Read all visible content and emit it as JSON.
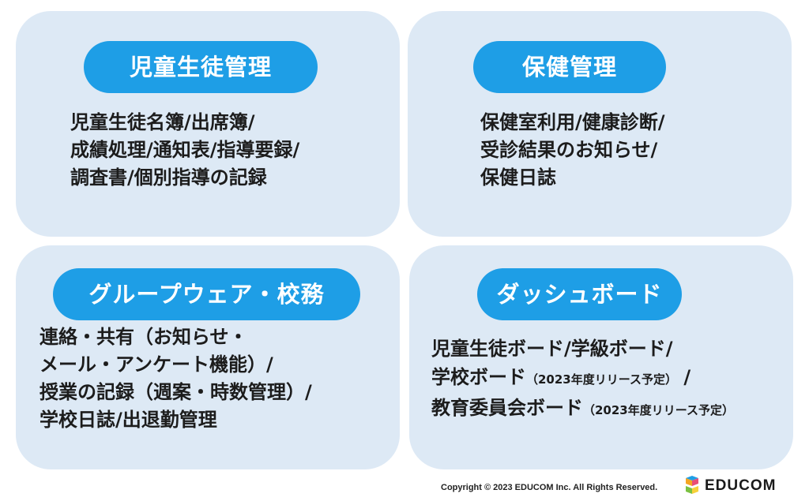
{
  "cards": [
    {
      "title": "児童生徒管理",
      "lines": [
        "児童生徒名簿/出席簿/",
        "成績処理/通知表/指導要録/",
        "調査書/個別指導の記録"
      ]
    },
    {
      "title": "保健管理",
      "lines": [
        "保健室利用/健康診断/",
        "受診結果のお知らせ/",
        "保健日誌"
      ]
    },
    {
      "title": "グループウェア・校務",
      "lines": [
        "連絡・共有（お知らせ・",
        "メール・アンケート機能）/",
        "授業の記録（週案・時数管理）/",
        "学校日誌/出退勤管理"
      ]
    },
    {
      "title": "ダッシュボード",
      "line1": "児童生徒ボード/学級ボード/",
      "line2_main": "学校ボード",
      "line2_note": "（2023年度リリース予定）",
      "line2_tail": " /",
      "line3_main": "教育委員会ボード",
      "line3_note": "（2023年度リリース予定）"
    }
  ],
  "footer": {
    "copyright": "Copyright © 2023 EDUCOM Inc. All Rights Reserved.",
    "logo_text": "EDUCOM"
  },
  "colors": {
    "card_bg": "#dde9f5",
    "pill_bg": "#1e9ee6",
    "pill_text": "#ffffff"
  }
}
